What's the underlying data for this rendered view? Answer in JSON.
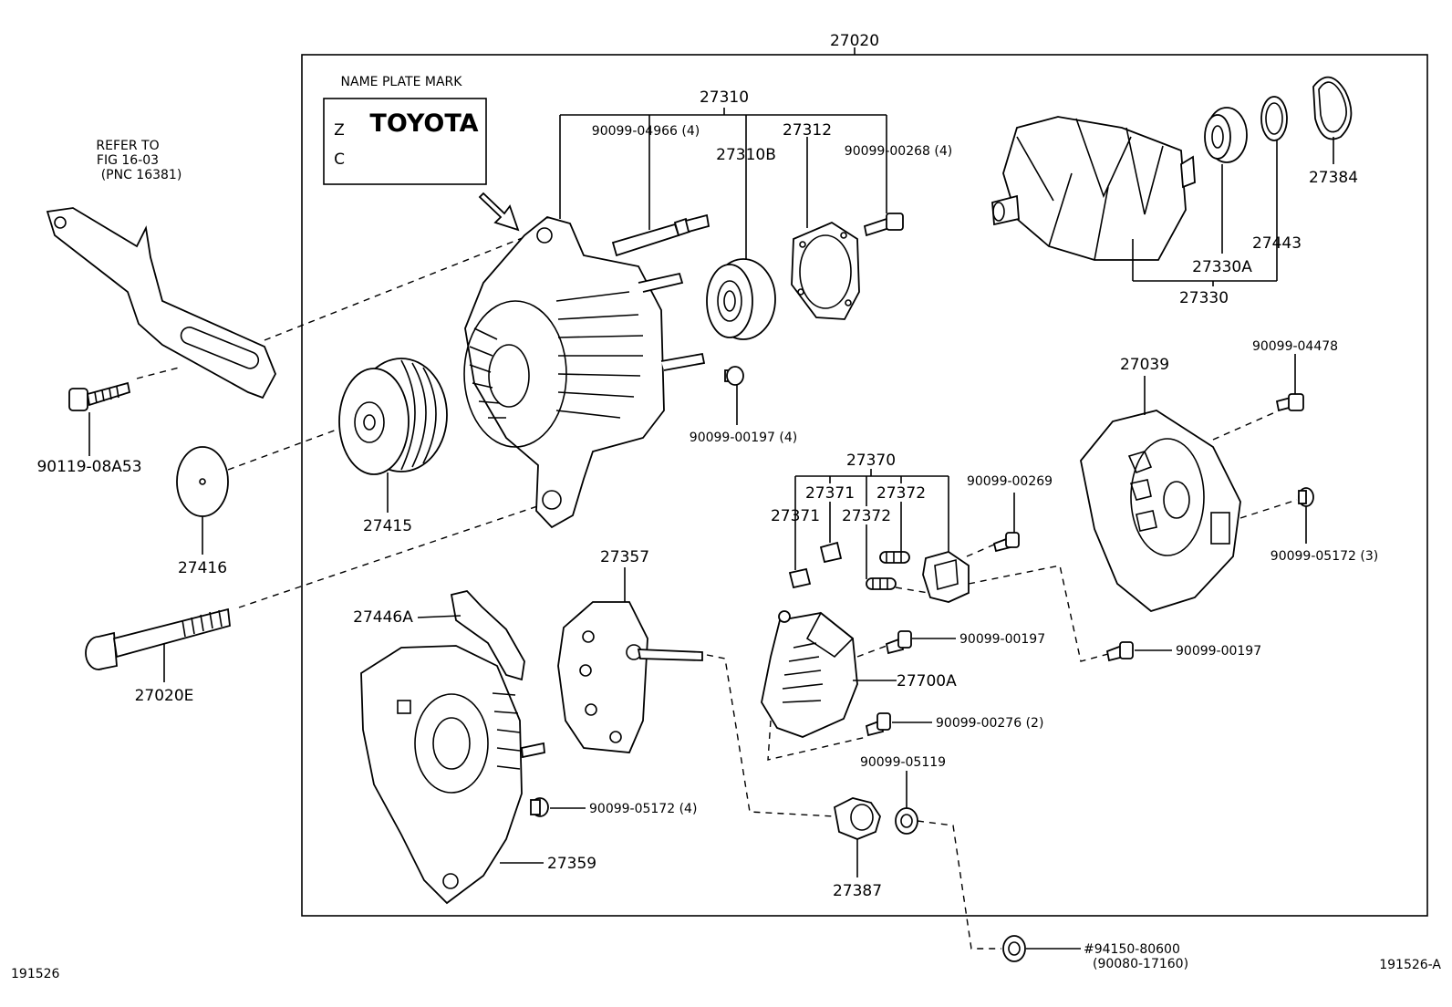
{
  "diagram": {
    "assembly_number": "27020",
    "name_plate": {
      "heading": "NAME PLATE MARK",
      "brand": "TOYOTA",
      "mark_1": "Z",
      "mark_2": "C"
    },
    "refer_note": {
      "line1": "REFER TO",
      "line2": "FIG 16-03",
      "line3": "(PNC 16381)"
    },
    "footer": {
      "left_id": "191526",
      "right_id": "191526-A"
    },
    "labels": {
      "p27310": "27310",
      "p90099_04966": "90099-04966 (4)",
      "p27312": "27312",
      "p27310b": "27310B",
      "p90099_00268": "90099-00268 (4)",
      "p27384": "27384",
      "p27443": "27443",
      "p27330a": "27330A",
      "p27330": "27330",
      "p90099_04478": "90099-04478",
      "p27039": "27039",
      "p90099_00197_4": "90099-00197 (4)",
      "p90119_08a53": "90119-08A53",
      "p27415": "27415",
      "p27416": "27416",
      "p27370": "27370",
      "p27371_a": "27371",
      "p27372_a": "27372",
      "p27371_b": "27371",
      "p27372_b": "27372",
      "p90099_00269": "90099-00269",
      "p90099_05172_3": "90099-05172 (3)",
      "p27357": "27357",
      "p27446a": "27446A",
      "p27020e": "27020E",
      "p90099_00197_a": "90099-00197",
      "p90099_00197_b": "90099-00197",
      "p27700a": "27700A",
      "p90099_00276": "90099-00276 (2)",
      "p90099_05119": "90099-05119",
      "p90099_05172_4": "90099-05172 (4)",
      "p27359": "27359",
      "p27387": "27387",
      "p94150_80600": "#94150-80600",
      "p90080_17160": "(90080-17160)"
    }
  }
}
